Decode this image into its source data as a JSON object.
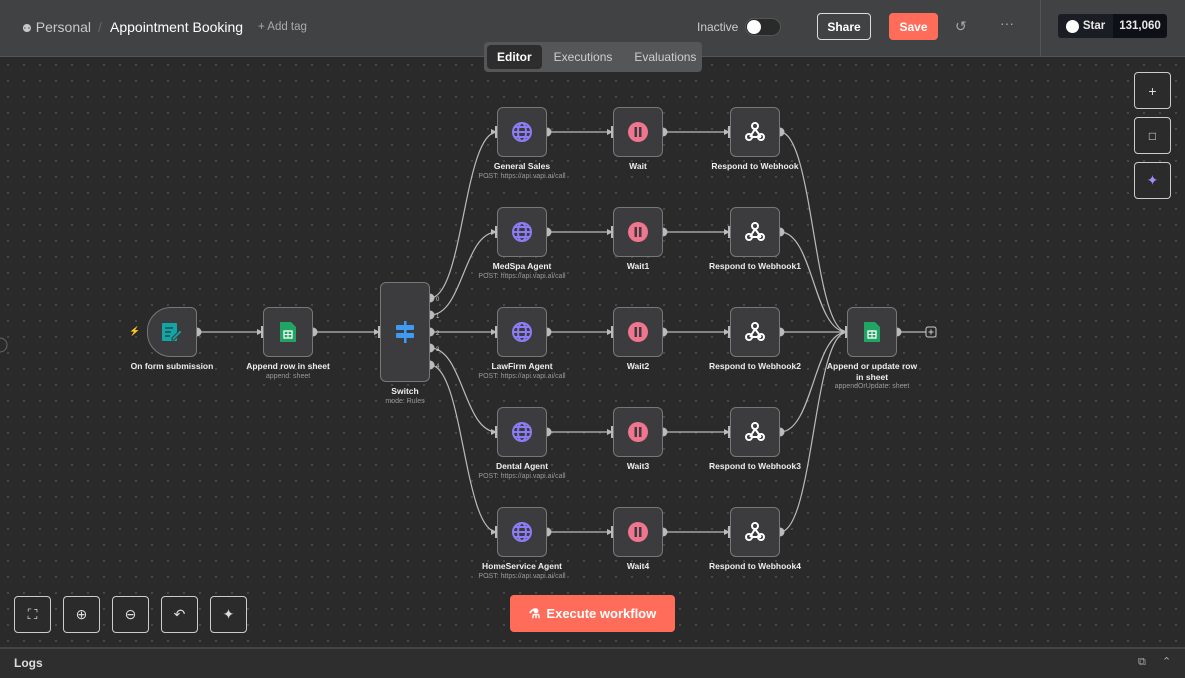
{
  "header": {
    "project": "Personal",
    "workflow_title": "Appointment Booking",
    "add_tag": "+ Add tag",
    "active_label": "Inactive",
    "active": false,
    "share": "Share",
    "save": "Save",
    "github_star": "Star",
    "star_count": "131,060"
  },
  "tabs": [
    "Editor",
    "Executions",
    "Evaluations"
  ],
  "active_tab": "Editor",
  "nodes": [
    {
      "name": "On form submission",
      "subtitle": "",
      "icon": "form-icon"
    },
    {
      "name": "Append row in sheet",
      "subtitle": "append: sheet",
      "icon": "google-sheets-icon"
    },
    {
      "name": "Switch",
      "subtitle": "mode: Rules",
      "icon": "switch-icon"
    },
    {
      "name": "General Sales",
      "subtitle": "POST: https://api.vapi.ai/call",
      "icon": "globe-icon"
    },
    {
      "name": "MedSpa Agent",
      "subtitle": "POST: https://api.vapi.ai/call",
      "icon": "globe-icon"
    },
    {
      "name": "LawFirm Agent",
      "subtitle": "POST: https://api.vapi.ai/call",
      "icon": "globe-icon"
    },
    {
      "name": "Dental Agent",
      "subtitle": "POST: https://api.vapi.ai/call",
      "icon": "globe-icon"
    },
    {
      "name": "HomeService Agent",
      "subtitle": "POST: https://api.vapi.ai/call",
      "icon": "globe-icon"
    },
    {
      "name": "Wait",
      "subtitle": "",
      "icon": "pause-icon"
    },
    {
      "name": "Wait1",
      "subtitle": "",
      "icon": "pause-icon"
    },
    {
      "name": "Wait2",
      "subtitle": "",
      "icon": "pause-icon"
    },
    {
      "name": "Wait3",
      "subtitle": "",
      "icon": "pause-icon"
    },
    {
      "name": "Wait4",
      "subtitle": "",
      "icon": "pause-icon"
    },
    {
      "name": "Respond to Webhook",
      "subtitle": "",
      "icon": "webhook-icon"
    },
    {
      "name": "Respond to Webhook1",
      "subtitle": "",
      "icon": "webhook-icon"
    },
    {
      "name": "Respond to Webhook2",
      "subtitle": "",
      "icon": "webhook-icon"
    },
    {
      "name": "Respond to Webhook3",
      "subtitle": "",
      "icon": "webhook-icon"
    },
    {
      "name": "Respond to Webhook4",
      "subtitle": "",
      "icon": "webhook-icon"
    },
    {
      "name": "Append or update row in sheet",
      "subtitle": "appendOrUpdate: sheet",
      "icon": "google-sheets-icon"
    }
  ],
  "switch_outputs": [
    "0",
    "1",
    "2",
    "3",
    "4"
  ],
  "execute_button": "Execute workflow",
  "logs_label": "Logs",
  "colors": {
    "accent": "#ff6d5a",
    "globe": "#8b7cf6",
    "pause": "#f0758e",
    "sheets": "#21a464",
    "form": "#13a5a6",
    "switch": "#3d9cf2"
  }
}
